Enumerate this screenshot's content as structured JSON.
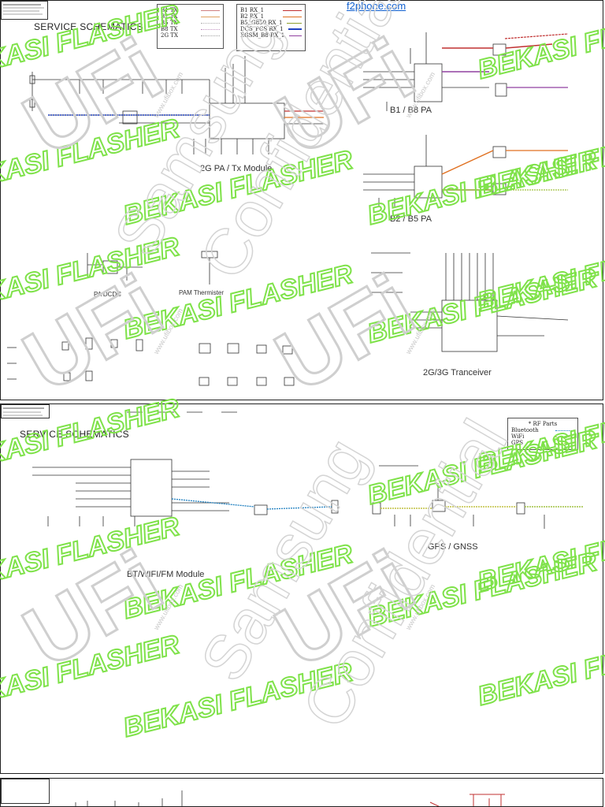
{
  "site": "f2phone.com",
  "sheet1": {
    "header": "SERVICE SCHEMATICS",
    "tx_legend": [
      {
        "label": "B1 TX",
        "color": "#d08080"
      },
      {
        "label": "B2 TX",
        "color": "#e0a060"
      },
      {
        "label": "B5 TX",
        "color": "#b0b0b0"
      },
      {
        "label": "B8 TX",
        "color": "#c090c0"
      },
      {
        "label": "2G TX",
        "color": "#a0a0a0"
      }
    ],
    "rx_legend": [
      {
        "label": "B1 RX_1",
        "color": "#c03030"
      },
      {
        "label": "B2 RX_1",
        "color": "#e07020"
      },
      {
        "label": "B5, G850 RX_1",
        "color": "#90a030"
      },
      {
        "label": "DCS_PCS RX_1",
        "color": "#2040c0"
      },
      {
        "label": "EGSM_B8 RX_1",
        "color": "#9040a0"
      }
    ],
    "sections": {
      "pa_2g": "2G PA / Tx Module",
      "b1_b8": "B1 / B8 PA",
      "b2_b5": "B2 / B5 PA",
      "pa_dcdc": "PA DCDC",
      "pam_thermister": "PAM Thermister",
      "transceiver": "2G/3G Tranceiver"
    }
  },
  "sheet2": {
    "header": "SERVICE SCHEMATICS",
    "rf_legend": {
      "title": "* RF Parts",
      "items": [
        {
          "label": "Bluetooth",
          "color": "#2080c0"
        },
        {
          "label": "WiFi",
          "color": "#a0c040"
        },
        {
          "label": "GPS",
          "color": "#c0c040"
        }
      ]
    },
    "sections": {
      "gps": "GPS / GNSS",
      "bt": "BT/WIFI/FM Module"
    }
  },
  "watermark": {
    "brand": "UFi",
    "flasher": "BEKASI FLASHER",
    "confidential": "Confidential",
    "samsung": "Samsung",
    "url": "www.ufibox.com"
  },
  "colors": {
    "watermark_green": "#7fe24a",
    "watermark_grey": "#cfcfcf",
    "link": "#1060d0"
  }
}
